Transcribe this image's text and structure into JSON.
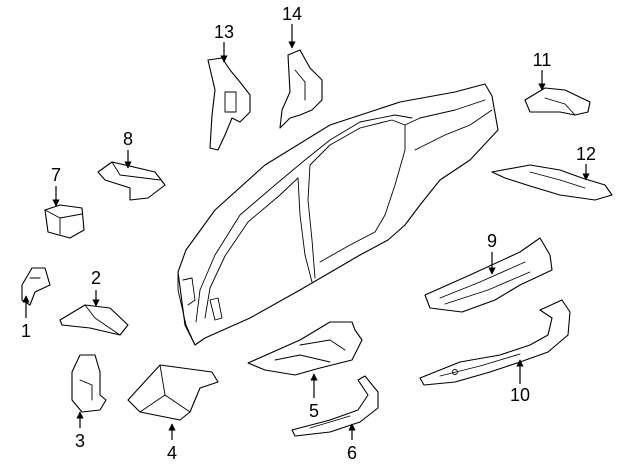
{
  "callouts": [
    {
      "id": "p1",
      "label": "1"
    },
    {
      "id": "p2",
      "label": "2"
    },
    {
      "id": "p3",
      "label": "3"
    },
    {
      "id": "p4",
      "label": "4"
    },
    {
      "id": "p5",
      "label": "5"
    },
    {
      "id": "p6",
      "label": "6"
    },
    {
      "id": "p7",
      "label": "7"
    },
    {
      "id": "p8",
      "label": "8"
    },
    {
      "id": "p9",
      "label": "9"
    },
    {
      "id": "p10",
      "label": "10"
    },
    {
      "id": "p11",
      "label": "11"
    },
    {
      "id": "p12",
      "label": "12"
    },
    {
      "id": "p13",
      "label": "13"
    },
    {
      "id": "p14",
      "label": "14"
    }
  ],
  "colors": {
    "line": "#000000",
    "background": "#ffffff"
  }
}
